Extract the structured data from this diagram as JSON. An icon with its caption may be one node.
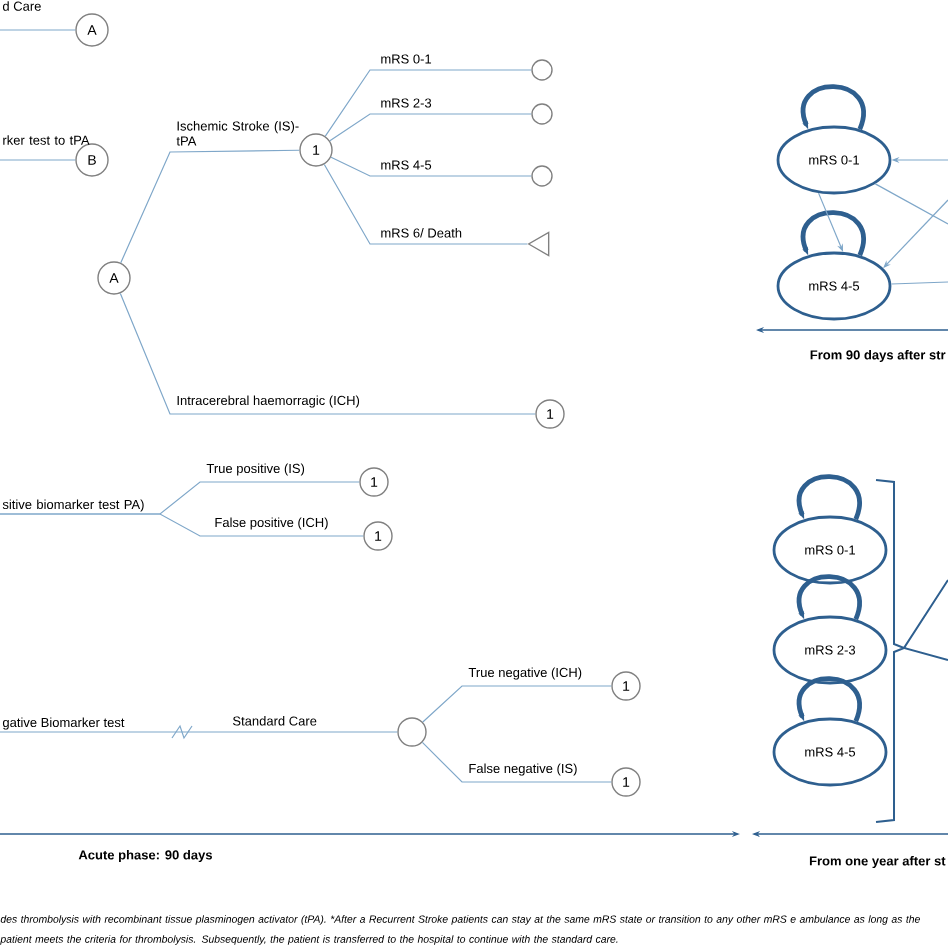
{
  "diagram": {
    "caption": "des thrombolysis with recombinant tissue plasminogen activator (tPA). *After a Recurrent Stroke patients can stay at the same mRS state or transition to any other mRS e ambulance as long as the patient meets the criteria for thrombolysis. Subsequently, the patient is transferred to the hospital to continue with the standard care.",
    "nodes": [
      {
        "text": [
          "A"
        ]
      },
      {
        "text": [
          "B"
        ]
      },
      {
        "text": [
          "A"
        ]
      },
      {
        "text": [
          "1"
        ]
      },
      {
        "text": [],
        "shape": "circle"
      },
      {
        "text": [],
        "shape": "circle"
      },
      {
        "text": [],
        "shape": "circle"
      },
      {
        "text": [],
        "shape": "triangle"
      },
      {
        "text": [
          "1"
        ]
      },
      {
        "text": [
          "mRS 0-1"
        ]
      },
      {
        "text": [
          "mRS 4-5"
        ]
      },
      {
        "text": [
          "1"
        ]
      },
      {
        "text": [
          "1"
        ]
      },
      {
        "text": [],
        "shape": "circle"
      },
      {
        "text": [
          "1"
        ]
      },
      {
        "text": [
          "1"
        ]
      },
      {
        "text": [
          "mRS 0-1"
        ]
      },
      {
        "text": [
          "mRS 2-3"
        ]
      },
      {
        "text": [
          "mRS 4-5"
        ]
      },
      {
        "text": [
          "gative Biomarker test"
        ]
      },
      {
        "text": [
          "sitive biomarker test PA)"
        ]
      }
    ],
    "edges": [
      {
        "from": null,
        "to": 0,
        "arrow": "none",
        "label": "d Care"
      },
      {
        "from": null,
        "to": 1,
        "arrow": "none",
        "label": "rker test to tPA"
      },
      {
        "from": 2,
        "to": 3,
        "arrow": "none",
        "label": "Ischemic Stroke (IS)-tPA"
      },
      {
        "from": 2,
        "to": 8,
        "arrow": "none",
        "label": "Intracerebral haemorragic (ICH)"
      },
      {
        "from": 3,
        "to": 4,
        "arrow": "none",
        "label": "mRS 0-1"
      },
      {
        "from": 3,
        "to": 5,
        "arrow": "none",
        "label": "mRS 2-3"
      },
      {
        "from": 3,
        "to": 6,
        "arrow": "none",
        "label": "mRS 4-5"
      },
      {
        "from": 3,
        "to": 7,
        "arrow": "none",
        "label": "mRS 6/ Death"
      },
      {
        "from": 9,
        "to": 9,
        "arrow": "to",
        "style": "thick",
        "color": "#2e5f8f"
      },
      {
        "from": 10,
        "to": 10,
        "arrow": "to",
        "style": "thick",
        "color": "#2e5f8f"
      },
      {
        "from": null,
        "to": 9,
        "arrow": "to"
      },
      {
        "from": 9,
        "to": 10,
        "arrow": "to"
      },
      {
        "from": 9,
        "to": null,
        "arrow": "none"
      },
      {
        "from": null,
        "to": 10,
        "arrow": "to"
      },
      {
        "from": 10,
        "to": null,
        "arrow": "none"
      },
      {
        "from": 20,
        "to": 11,
        "arrow": "none",
        "label": "True positive (IS)"
      },
      {
        "from": 20,
        "to": 12,
        "arrow": "none",
        "label": "False positive (ICH)"
      },
      {
        "from": 19,
        "to": 13,
        "arrow": "none",
        "label": "Standard Care"
      },
      {
        "from": 13,
        "to": 14,
        "arrow": "none",
        "label": "True negative (ICH)"
      },
      {
        "from": 13,
        "to": 15,
        "arrow": "none",
        "label": "False negative (IS)"
      },
      {
        "from": 16,
        "to": 16,
        "arrow": "to",
        "style": "thick",
        "color": "#2e5f8f"
      },
      {
        "from": 17,
        "to": 17,
        "arrow": "to",
        "style": "thick",
        "color": "#2e5f8f"
      },
      {
        "from": 18,
        "to": 18,
        "arrow": "to",
        "style": "thick",
        "color": "#2e5f8f"
      }
    ],
    "labels": [
      "From 90 days after str",
      "Acute phase: 90 days",
      "From one year after st"
    ]
  }
}
